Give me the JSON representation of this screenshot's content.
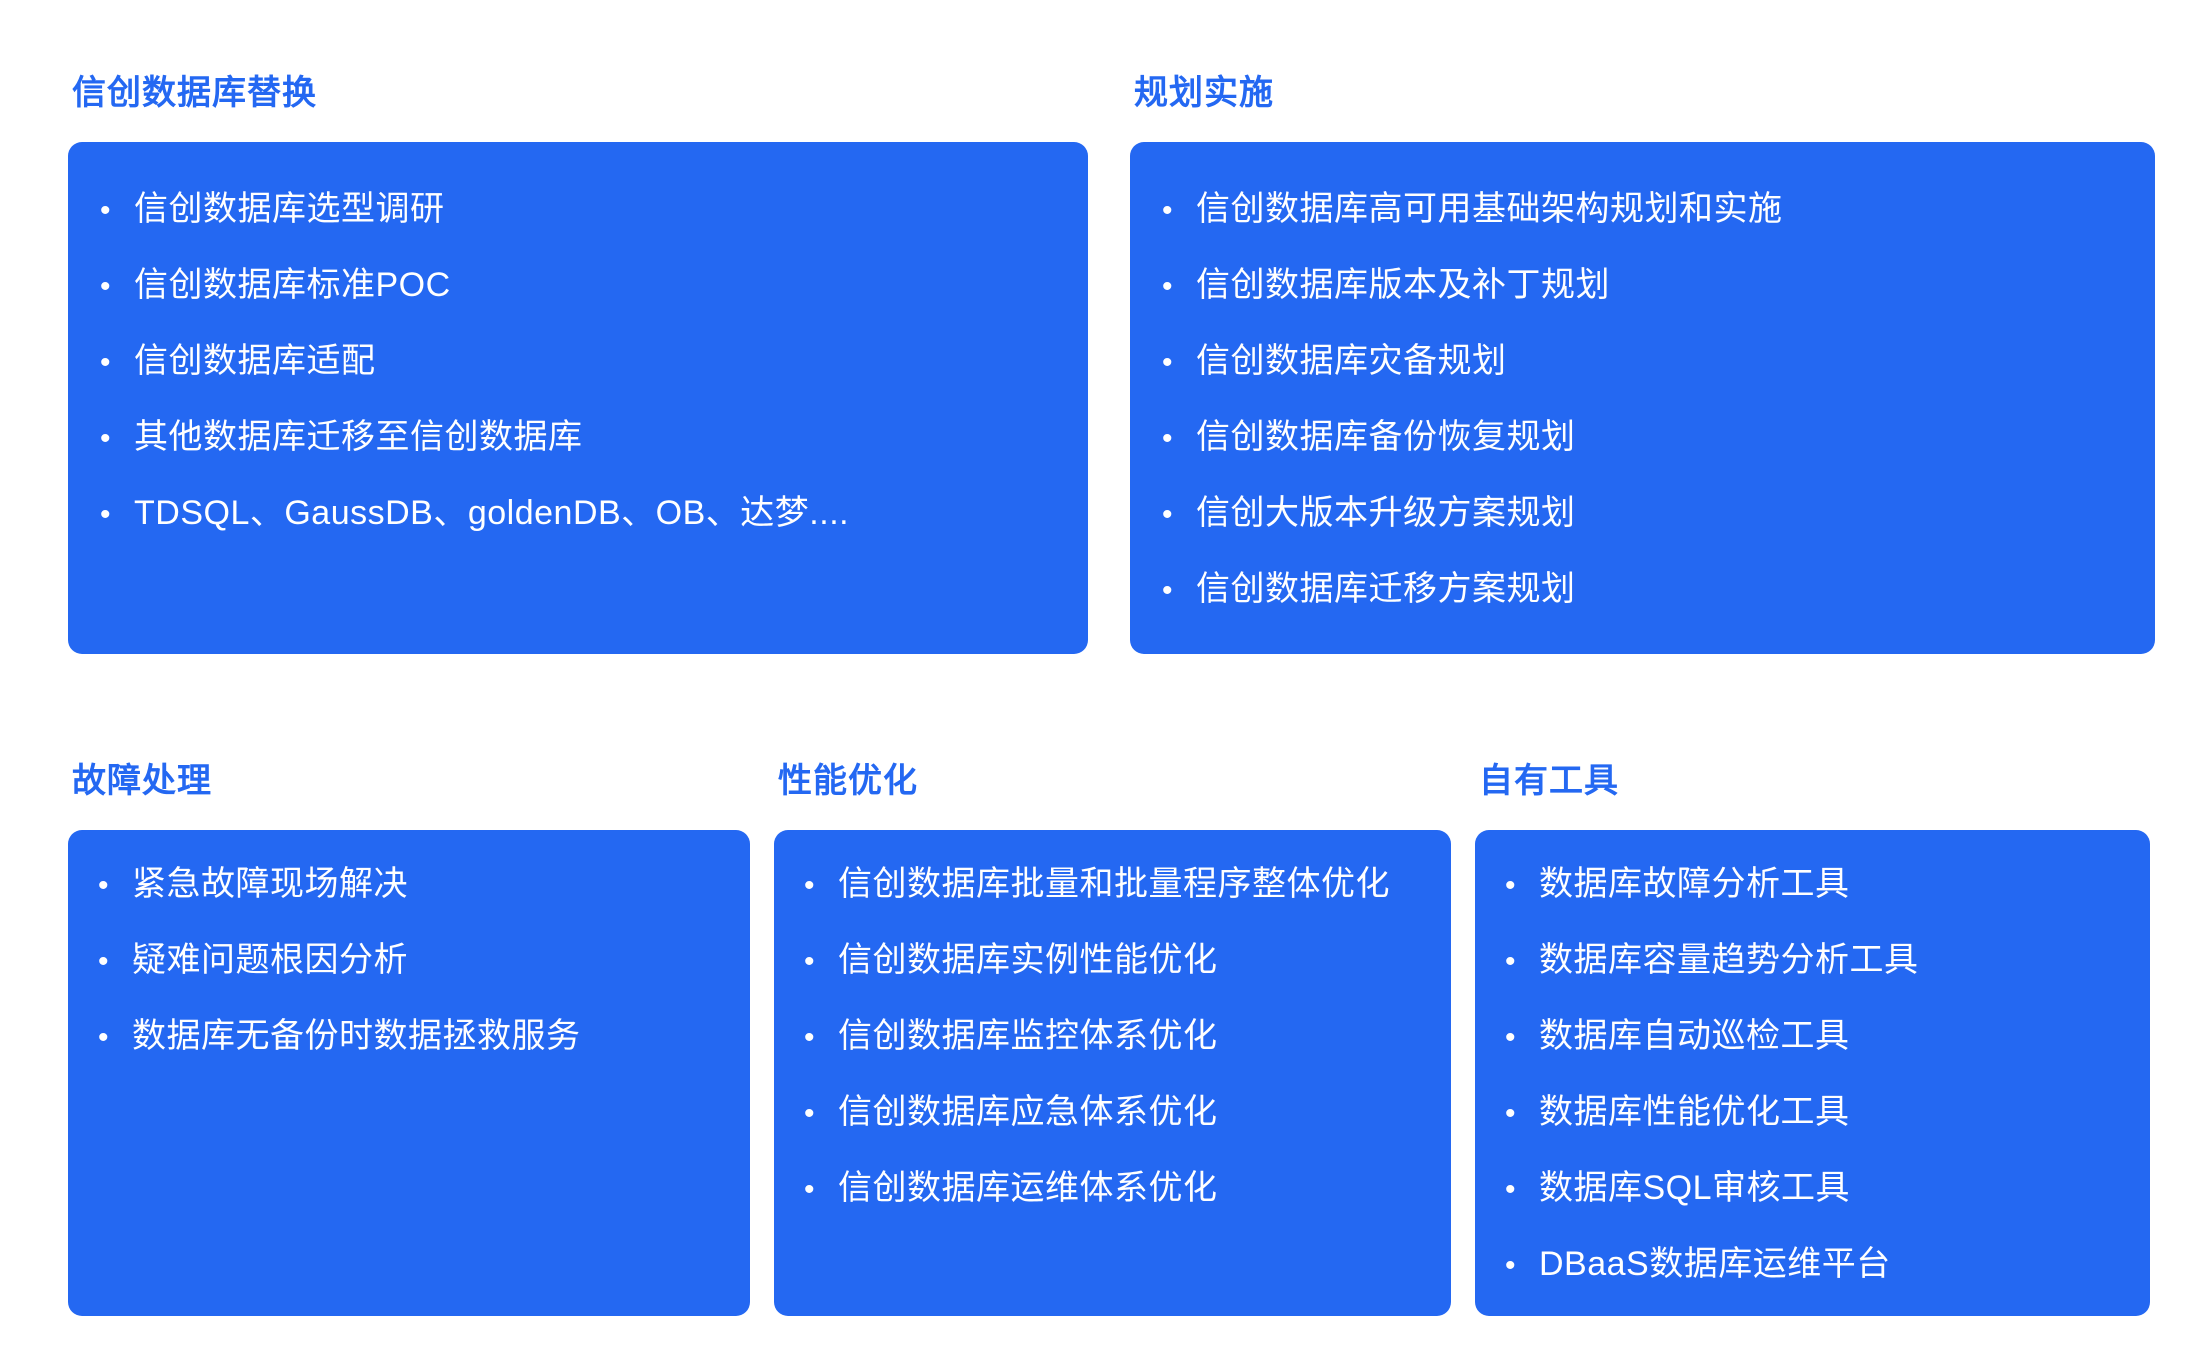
{
  "accent_color": "#2468F2",
  "sections": [
    {
      "title": "信创数据库替换",
      "items": [
        "信创数据库选型调研",
        "信创数据库标准POC",
        "信创数据库适配",
        "其他数据库迁移至信创数据库",
        "TDSQL、GaussDB、goldenDB、OB、达梦...."
      ]
    },
    {
      "title": "规划实施",
      "items": [
        "信创数据库高可用基础架构规划和实施",
        "信创数据库版本及补丁规划",
        "信创数据库灾备规划",
        "信创数据库备份恢复规划",
        "信创大版本升级方案规划",
        "信创数据库迁移方案规划"
      ]
    },
    {
      "title": "故障处理",
      "items": [
        "紧急故障现场解决",
        "疑难问题根因分析",
        "数据库无备份时数据拯救服务"
      ]
    },
    {
      "title": "性能优化",
      "items": [
        "信创数据库批量和批量程序整体优化",
        "信创数据库实例性能优化",
        "信创数据库监控体系优化",
        "信创数据库应急体系优化",
        "信创数据库运维体系优化"
      ]
    },
    {
      "title": "自有工具",
      "items": [
        "数据库故障分析工具",
        "数据库容量趋势分析工具",
        "数据库自动巡检工具",
        "数据库性能优化工具",
        "数据库SQL审核工具",
        "DBaaS数据库运维平台"
      ]
    }
  ]
}
